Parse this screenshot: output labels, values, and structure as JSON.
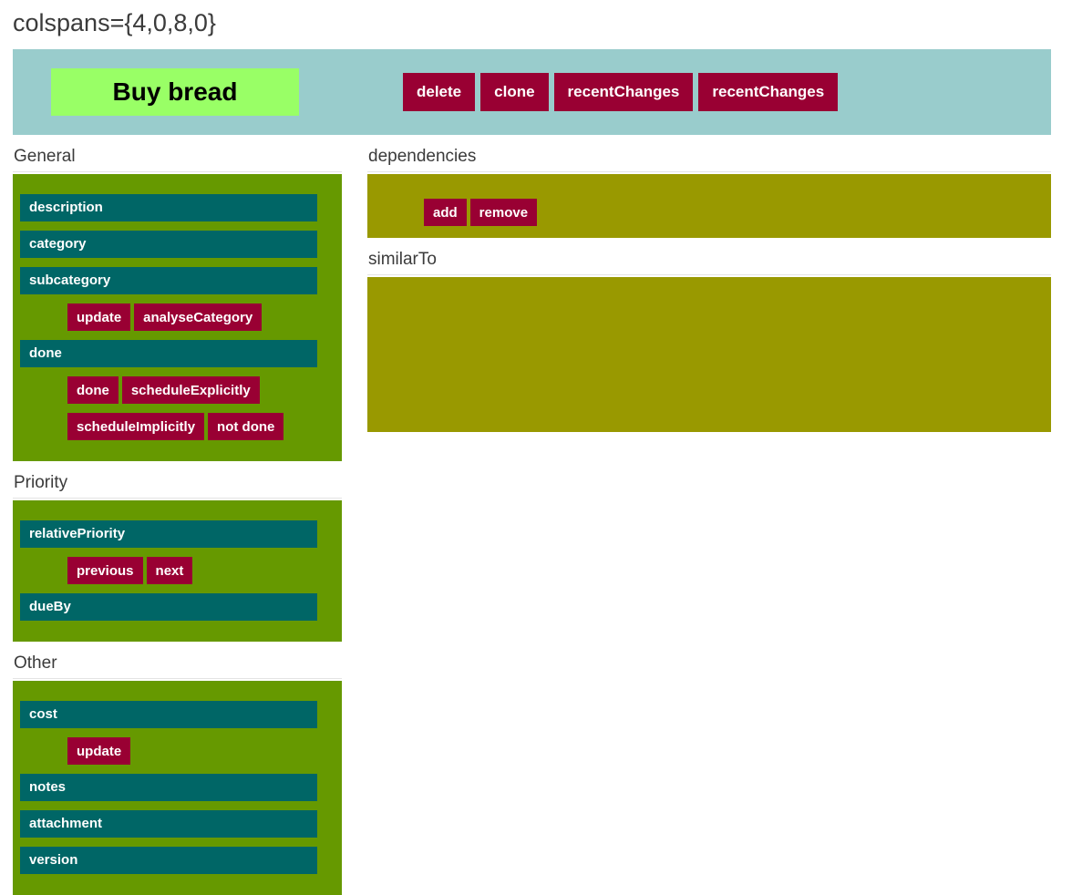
{
  "title": "colspans={4,0,8,0}",
  "header_bar": {
    "task_label": "Buy bread",
    "buttons": [
      "delete",
      "clone",
      "recentChanges",
      "recentChanges"
    ]
  },
  "left_sections": [
    {
      "heading": "General",
      "fields": [
        "description",
        "category",
        "subcategory",
        "done"
      ],
      "button_rows": [
        [
          "update",
          "analyseCategory"
        ],
        [
          "done",
          "scheduleExplicitly"
        ],
        [
          "scheduleImplicitly",
          "not done"
        ]
      ]
    },
    {
      "heading": "Priority",
      "fields": [
        "relativePriority",
        "dueBy"
      ],
      "button_rows": [
        [
          "previous",
          "next"
        ]
      ]
    },
    {
      "heading": "Other",
      "fields": [
        "cost",
        "notes",
        "attachment",
        "version"
      ],
      "button_rows": [
        [
          "update"
        ]
      ]
    }
  ],
  "right_sections": [
    {
      "heading": "dependencies",
      "button_rows": [
        [
          "add",
          "remove"
        ]
      ]
    },
    {
      "heading": "similarTo",
      "button_rows": []
    }
  ],
  "colors": {
    "header_bar": "#99cccc",
    "task_label_bg": "#99ff66",
    "action_button_bg": "#990033",
    "action_button_text": "#ffffff",
    "left_panel_bg": "#669900",
    "field_bar_bg": "#006666",
    "field_bar_text": "#ffffff",
    "right_panel_bg": "#999900",
    "heading_text": "#3b3b3b"
  }
}
